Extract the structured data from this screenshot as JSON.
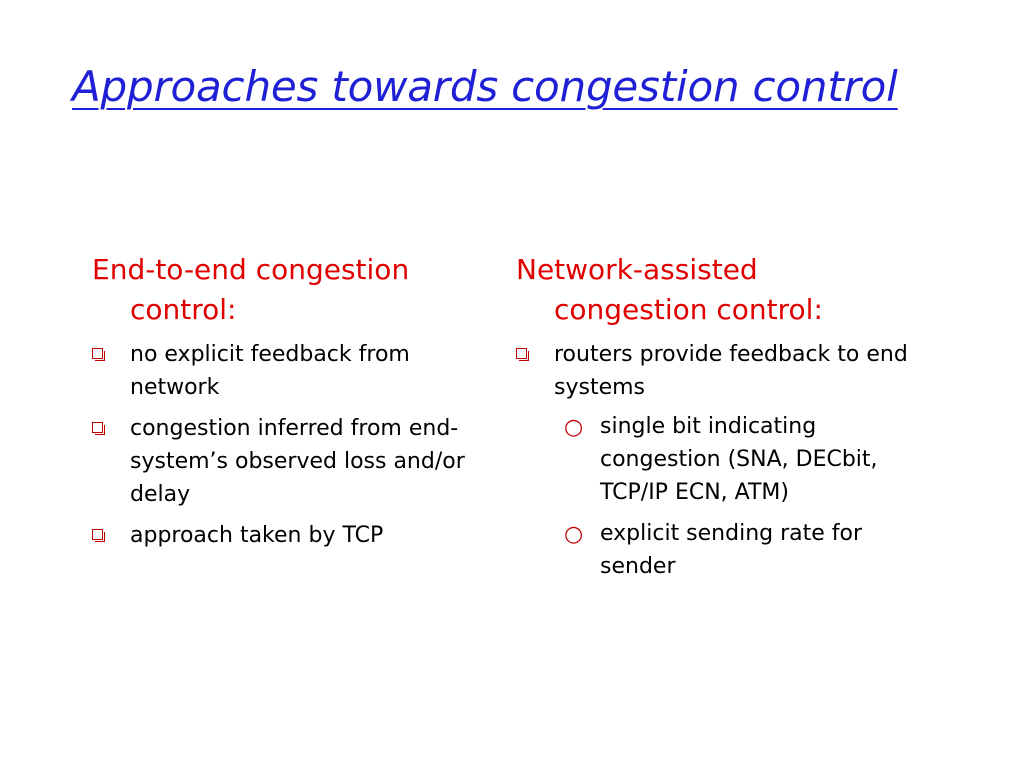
{
  "slide": {
    "title": "Approaches towards congestion control",
    "left": {
      "heading": "End-to-end congestion control:",
      "bullets": [
        "no explicit feedback from network",
        "congestion inferred from end-system’s observed loss and/or delay",
        "approach taken by TCP"
      ]
    },
    "right": {
      "heading": "Network-assisted congestion control:",
      "bullets": [
        "routers provide feedback to end systems"
      ],
      "sub_bullets": [
        "single bit indicating congestion (SNA, DECbit, TCP/IP ECN, ATM)",
        "explicit sending rate for sender"
      ]
    },
    "colors": {
      "title": "#1f1fd6",
      "heading": "#e00000",
      "bullet": "#c00000"
    },
    "icons": {
      "bullet": "square-bullet-icon",
      "sub_bullet": "circle-bullet-icon"
    }
  }
}
